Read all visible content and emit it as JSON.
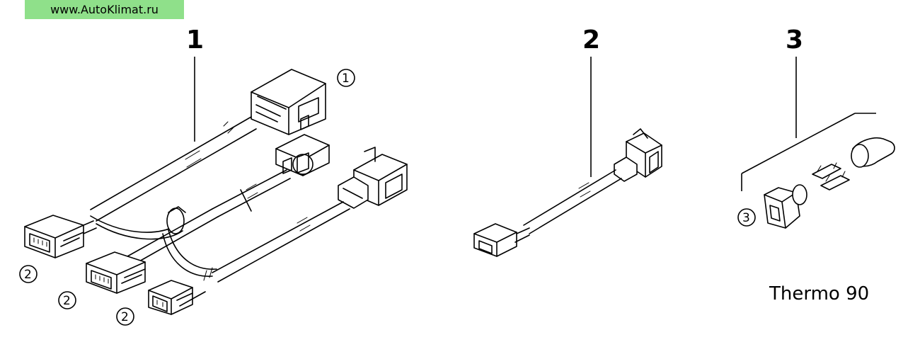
{
  "watermark": "www.AutoKlimat.ru",
  "parts": [
    {
      "number": "1"
    },
    {
      "number": "2"
    },
    {
      "number": "3"
    }
  ],
  "callouts": {
    "c1": "1",
    "c2a": "2",
    "c2b": "2",
    "c2c": "2",
    "c3": "3"
  },
  "model_label": "Thermo 90"
}
